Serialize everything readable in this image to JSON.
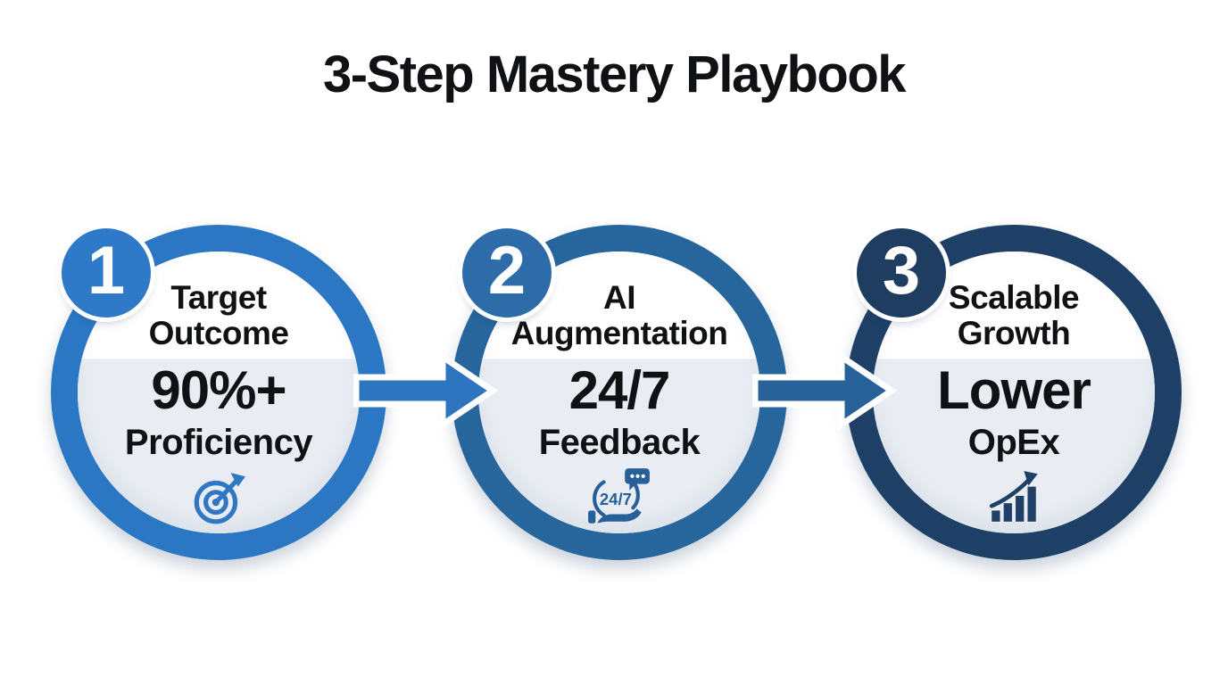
{
  "title": "3-Step Mastery Playbook",
  "palette": {
    "background": "#ffffff",
    "ink": "#101114",
    "circle_fill_top": "#ffffff",
    "circle_fill_bottom": "#e9edf3"
  },
  "steps": [
    {
      "number": "1",
      "label_line1": "Target",
      "label_line2": "Outcome",
      "value": "90%+",
      "subvalue": "Proficiency",
      "icon": "target-icon",
      "colors": {
        "ring": "#2b77c4",
        "badge": "#2e7ac8",
        "accent": "#2e78c3"
      }
    },
    {
      "number": "2",
      "label_line1": "AI",
      "label_line2": "Augmentation",
      "value": "24/7",
      "subvalue": "Feedback",
      "icon": "support-24-7-icon",
      "icon_text": "24/7",
      "colors": {
        "ring": "#27659d",
        "badge": "#2d6ca9",
        "accent": "#275f98"
      }
    },
    {
      "number": "3",
      "label_line1": "Scalable",
      "label_line2": "Growth",
      "value": "Lower",
      "subvalue": "OpEx",
      "icon": "growth-chart-icon",
      "colors": {
        "ring": "#1e4066",
        "badge": "#1e3d61",
        "accent": "#1e4066"
      }
    }
  ],
  "arrows": [
    {
      "color": "#2e75c0"
    },
    {
      "color": "#27619a"
    }
  ]
}
